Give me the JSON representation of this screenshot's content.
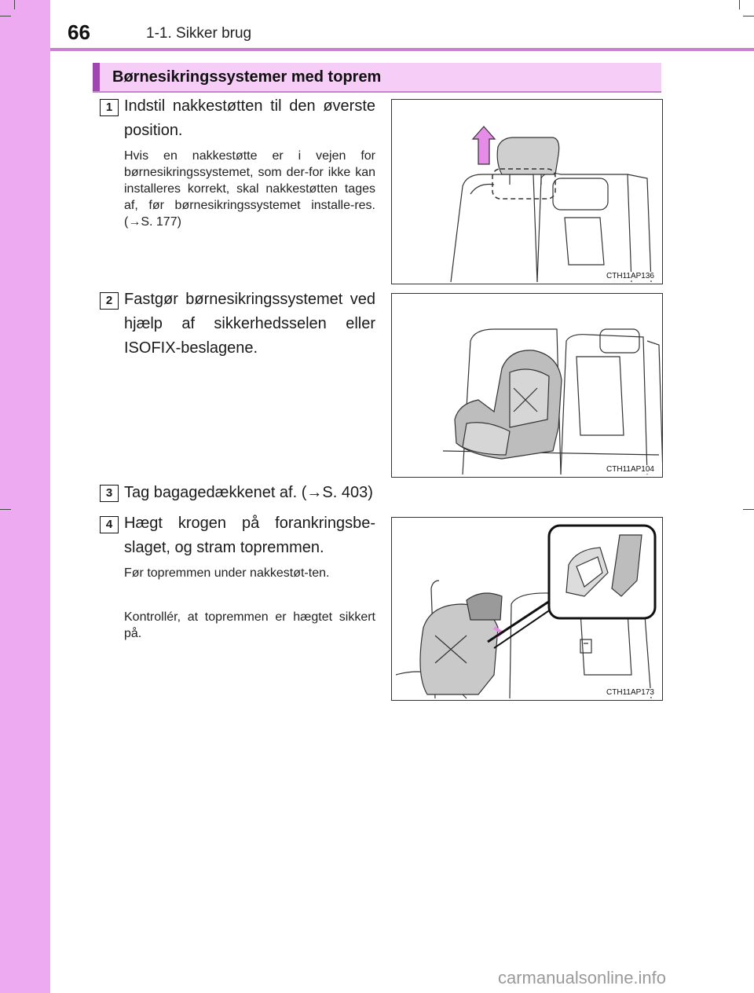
{
  "header": {
    "page_number": "66",
    "section": "1-1. Sikker brug"
  },
  "heading": "Børnesikringssystemer med toprem",
  "steps": [
    {
      "number": "1",
      "text": "Indstil nakkestøtten til den øverste position.",
      "notes": [
        "Hvis en nakkestøtte er i vejen for børnesikringssystemet, som der-for ikke kan installeres korrekt, skal nakkestøtten tages af, før børnesikringssystemet installe-res. (→S. 177)"
      ],
      "figure_code": "CTH11AP136"
    },
    {
      "number": "2",
      "text": "Fastgør børnesikringssystemet ved hjælp af sikkerhedsselen eller ISOFIX-beslagene.",
      "notes": [],
      "figure_code": "CTH11AP104"
    },
    {
      "number": "3",
      "text": "Tag bagagedækkenet af. (→S. 403)",
      "notes": [],
      "figure_code": ""
    },
    {
      "number": "4",
      "text": "Hægt krogen på forankringsbe-slaget, og stram topremmen.",
      "notes": [
        "Før topremmen under nakkestøt-ten.",
        "Kontrollér, at topremmen er hægtet sikkert på."
      ],
      "figure_code": "CTH11AP173"
    }
  ],
  "watermark": "carmanualsonline.info",
  "colors": {
    "side_band": "#eeaaf0",
    "heading_bg": "#f6cdf7",
    "heading_accent": "#a046b0",
    "arrow": "#e58ce8",
    "rule": "#c982d0"
  }
}
